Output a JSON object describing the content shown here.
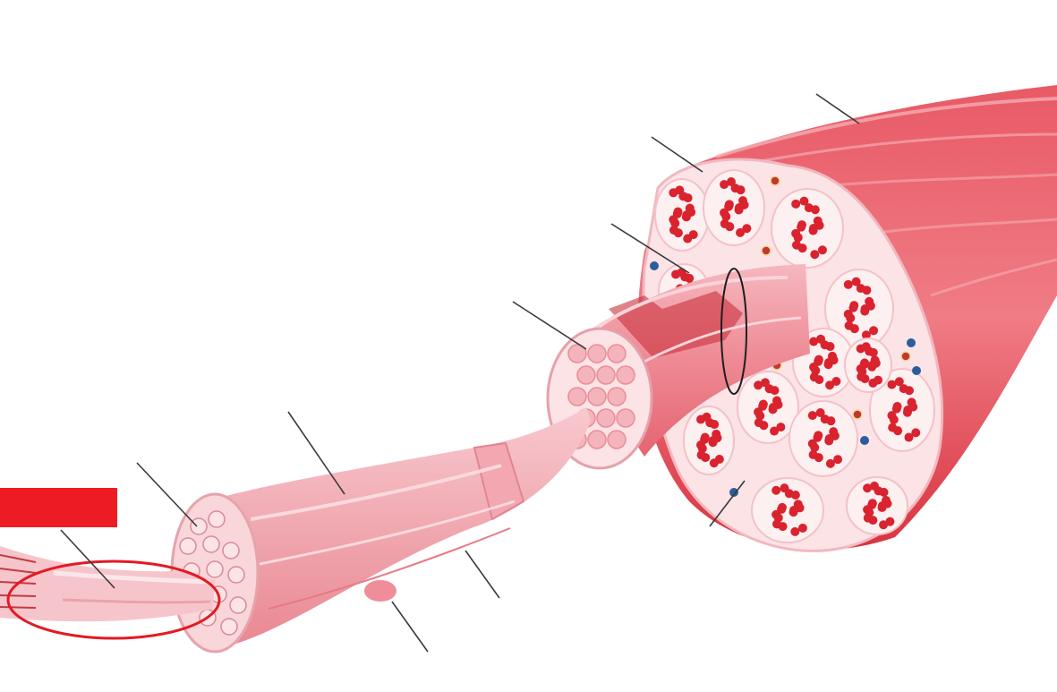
{
  "colors": {
    "background": "#ffffff",
    "muscle_light": "#f4a3ad",
    "muscle_mid": "#e8535f",
    "muscle_dark": "#c92a36",
    "fascia": "#fbe3e6",
    "fiber_dot": "#d9232f",
    "nucleus_blue": "#2b5d9c",
    "leader_line": "#3a3a3a",
    "label_box": "#ffffff",
    "marker": "#ed1c24",
    "highlight_ellipse": "#e31a23"
  },
  "labels": [
    {
      "id": "epimysium",
      "text": ""
    },
    {
      "id": "muscle-tip",
      "text": ""
    },
    {
      "id": "perimysium-outer",
      "text": ""
    },
    {
      "id": "fascicle",
      "text": ""
    },
    {
      "id": "endomysium",
      "text": ""
    },
    {
      "id": "fiber-small",
      "text": ""
    },
    {
      "id": "muscle-fiber",
      "text": ""
    },
    {
      "id": "myofibril-bundle",
      "text": ""
    },
    {
      "id": "blood-vessel",
      "text": ""
    },
    {
      "id": "sarcolemma",
      "text": ""
    },
    {
      "id": "nucleus",
      "text": ""
    }
  ],
  "highlighted_part": "myofibril",
  "answer_marker": {
    "text": ""
  }
}
